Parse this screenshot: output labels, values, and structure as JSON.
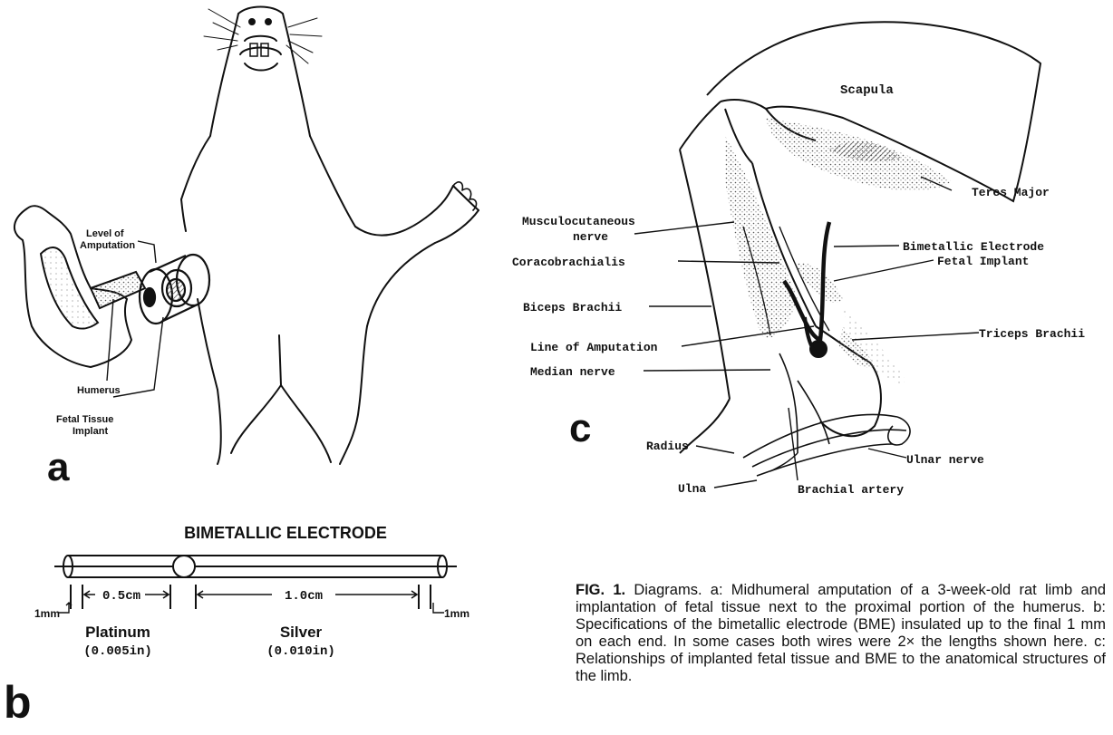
{
  "panel_a": {
    "letter": "a",
    "labels": {
      "level_of_amputation_1": "Level of",
      "level_of_amputation_2": "Amputation",
      "humerus": "Humerus",
      "fetal_tissue_1": "Fetal Tissue",
      "fetal_tissue_2": "Implant"
    }
  },
  "panel_b": {
    "letter": "b",
    "title": "BIMETALLIC ELECTRODE",
    "dim_left": "0.5cm",
    "dim_right": "1.0cm",
    "end_left": "1mm",
    "end_right": "1mm",
    "metal_left": "Platinum",
    "metal_left_size": "(0.005in)",
    "metal_right": "Silver",
    "metal_right_size": "(0.010in)"
  },
  "panel_c": {
    "letter": "c",
    "labels": {
      "scapula": "Scapula",
      "teres_major": "Teres Major",
      "musculocutaneous_1": "Musculocutaneous",
      "musculocutaneous_2": "nerve",
      "bimetallic_electrode": "Bimetallic Electrode",
      "coracobrachialis": "Coracobrachialis",
      "fetal_implant": "Fetal Implant",
      "biceps_brachii": "Biceps Brachii",
      "line_of_amputation": "Line of Amputation",
      "triceps_brachii": "Triceps Brachii",
      "median_nerve": "Median nerve",
      "radius": "Radius",
      "ulnar_nerve": "Ulnar nerve",
      "ulna": "Ulna",
      "brachial_artery": "Brachial artery"
    }
  },
  "caption": {
    "fig": "FIG. 1.",
    "text": "Diagrams. a: Midhumeral amputation of a 3-week-old rat limb and implantation of fetal tissue next to the proximal portion of the humerus. b: Specifications of the bimetallic electrode (BME) insulated up to the final 1 mm on each end. In some cases both wires were 2× the lengths shown here. c: Relationships of implanted fetal tissue and BME to the anatomical structures of the limb."
  }
}
